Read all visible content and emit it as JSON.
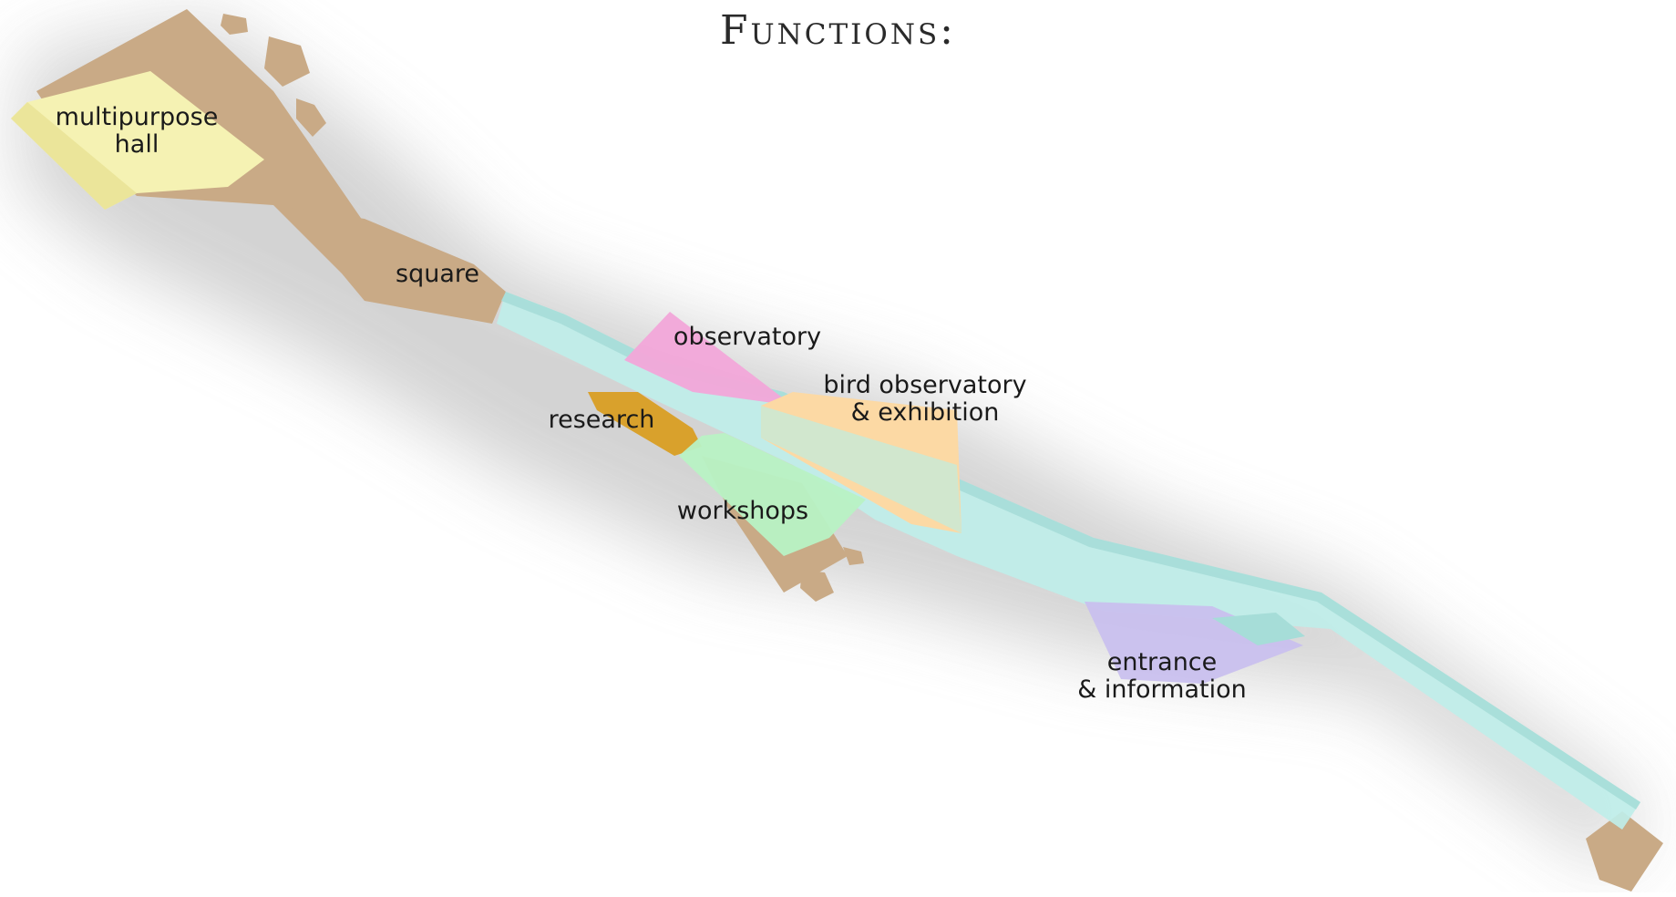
{
  "title": "Functions:",
  "functions": [
    {
      "id": "multipurpose-hall",
      "label": "multipurpose\nhall",
      "color": "#f5f2b3"
    },
    {
      "id": "square",
      "label": "square",
      "color": "#c9aa86"
    },
    {
      "id": "observatory",
      "label": "observatory",
      "color": "#f2a6d9"
    },
    {
      "id": "bird-observatory",
      "label": "bird observatory\n& exhibition",
      "color": "#fcd9a4"
    },
    {
      "id": "research",
      "label": "research",
      "color": "#d9a12c"
    },
    {
      "id": "workshops",
      "label": "workshops",
      "color": "#b8f2c4"
    },
    {
      "id": "entrance",
      "label": "entrance\n& information",
      "color": "#c9c0ee"
    }
  ],
  "path_color": "#bfeee9",
  "ground_color": "#c9aa86"
}
